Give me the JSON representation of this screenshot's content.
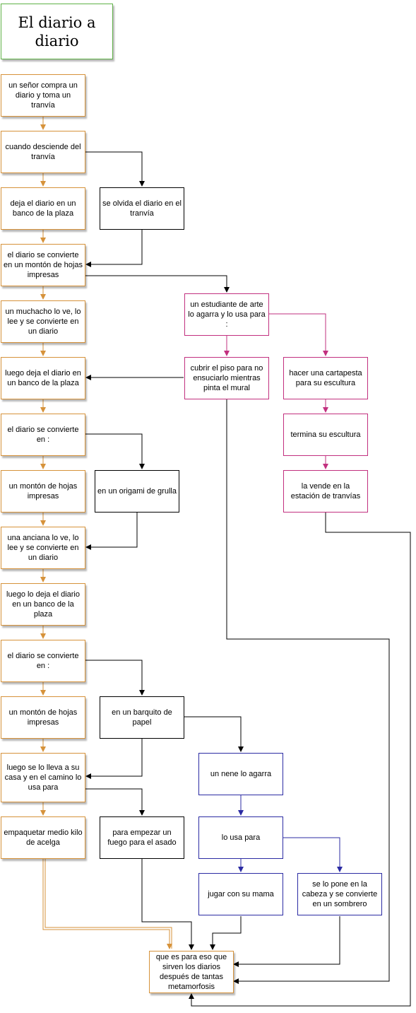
{
  "title": "El diario a diario",
  "colors": {
    "orange": "#d6923a",
    "black": "#000000",
    "magenta": "#c2307f",
    "blue": "#2b2ba3",
    "green": "#5fb247"
  },
  "nodes": {
    "n1": "un señor compra un diario y toma un tranvía",
    "n2": "cuando desciende del tranvía",
    "n3": "deja el diario en un banco de la plaza",
    "n3b": "se olvida el diario en el tranvía",
    "n4": "el diario se convierte en un montón de hojas impresas",
    "n5": "un muchacho lo ve, lo lee y se convierte en un diario",
    "n6": "luego deja el diario en un banco de la plaza",
    "n7": "el diario se convierte en :",
    "n8": "un montón de hojas impresas",
    "n8b": "en un origami de grulla",
    "n9": "una anciana lo ve, lo lee y se convierte en un diario",
    "n10": "luego lo deja el diario en un banco de la plaza",
    "n11": "el diario se convierte en :",
    "n12": "un montón de hojas impresas",
    "n12b": "en un barquito de papel",
    "n13": "luego se lo lleva a su casa y en el camino lo usa para",
    "n14": "empaquetar medio kilo de acelga",
    "n14b": "para empezar un fuego para el asado",
    "s1": "un estudiante de arte lo agarra y lo usa para :",
    "s2": "cubrir el piso para no ensuciarlo mientras pinta el mural",
    "s3": "hacer una cartapesta para su escultura",
    "s4": "termina su escultura",
    "s5": "la vende en la estación de tranvías",
    "b1": "un nene lo agarra",
    "b2": "lo usa para",
    "b3": "jugar con su mama",
    "b4": "se lo pone en la cabeza y se convierte en un sombrero",
    "final": "que es para eso que sirven los diarios después de tantas metamorfosis"
  }
}
